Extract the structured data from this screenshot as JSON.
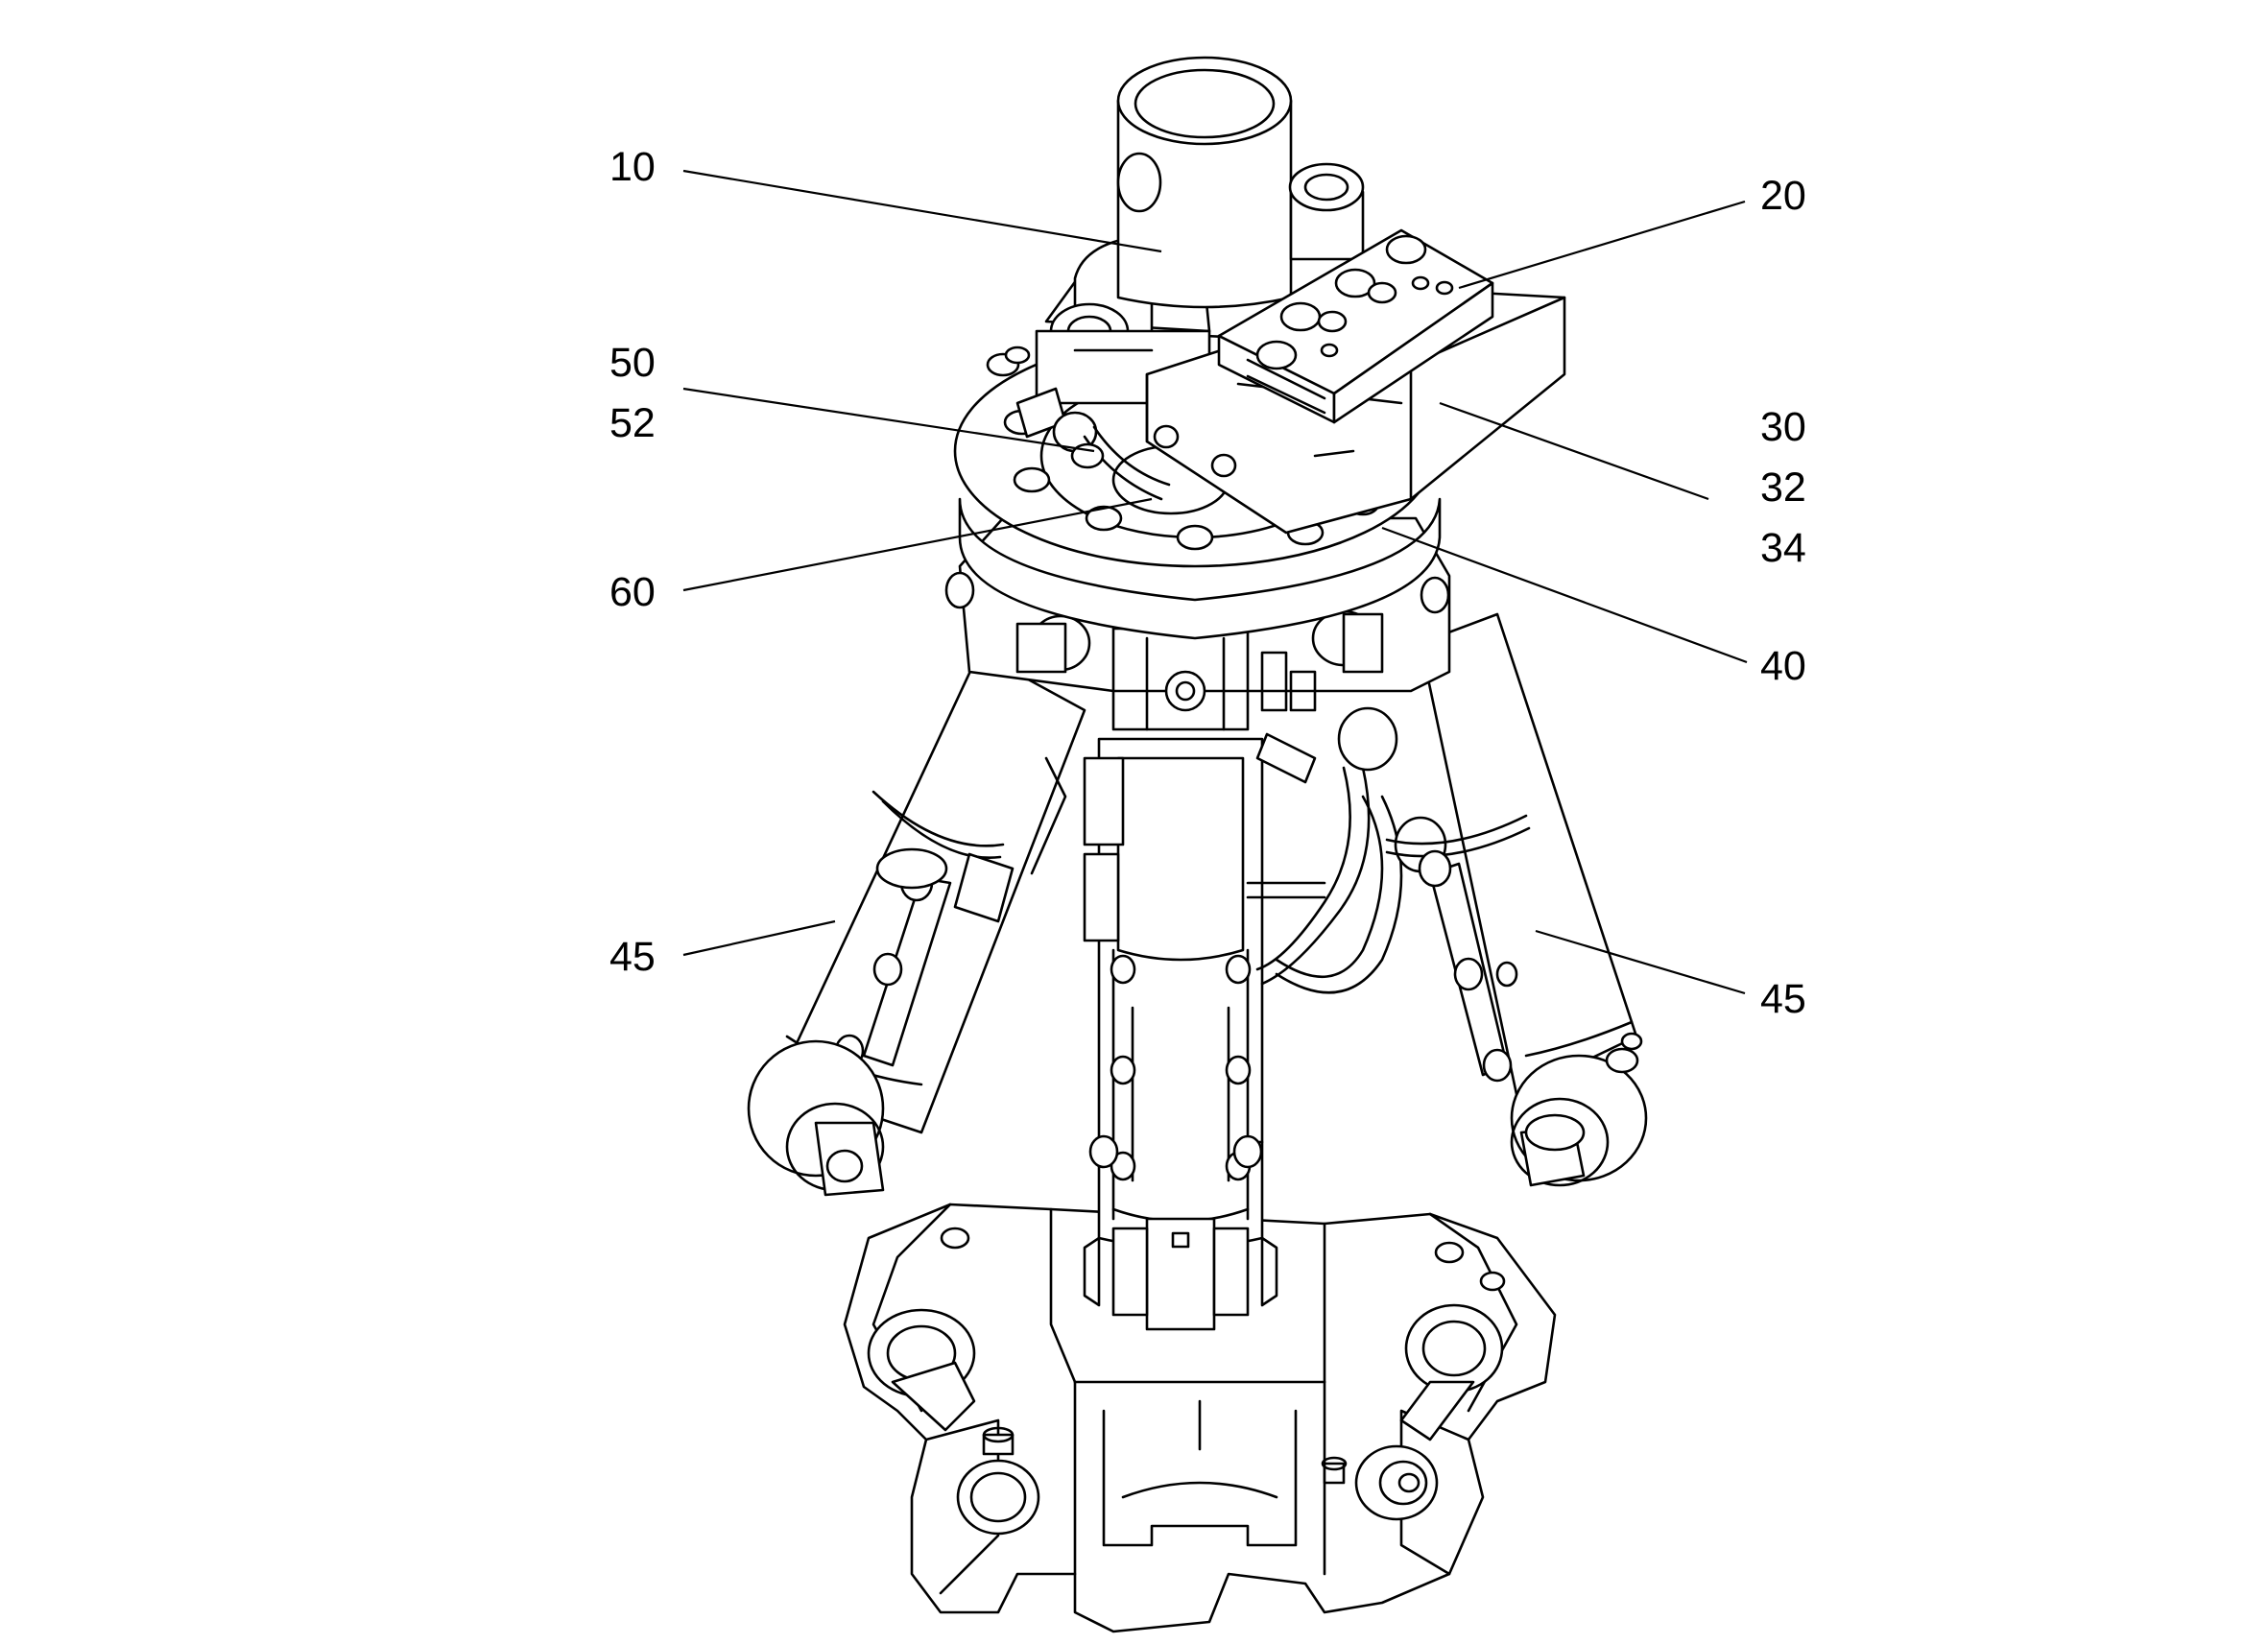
{
  "figure": {
    "labels": [
      {
        "id": "ref-10",
        "text": "10"
      },
      {
        "id": "ref-20",
        "text": "20"
      },
      {
        "id": "ref-50",
        "text": "50"
      },
      {
        "id": "ref-52",
        "text": "52"
      },
      {
        "id": "ref-30",
        "text": "30"
      },
      {
        "id": "ref-32",
        "text": "32"
      },
      {
        "id": "ref-34",
        "text": "34"
      },
      {
        "id": "ref-60",
        "text": "60"
      },
      {
        "id": "ref-40",
        "text": "40"
      },
      {
        "id": "ref-45-left",
        "text": "45"
      },
      {
        "id": "ref-45-right",
        "text": "45"
      }
    ],
    "colors": {
      "line": "#000000",
      "background": "#ffffff"
    }
  }
}
